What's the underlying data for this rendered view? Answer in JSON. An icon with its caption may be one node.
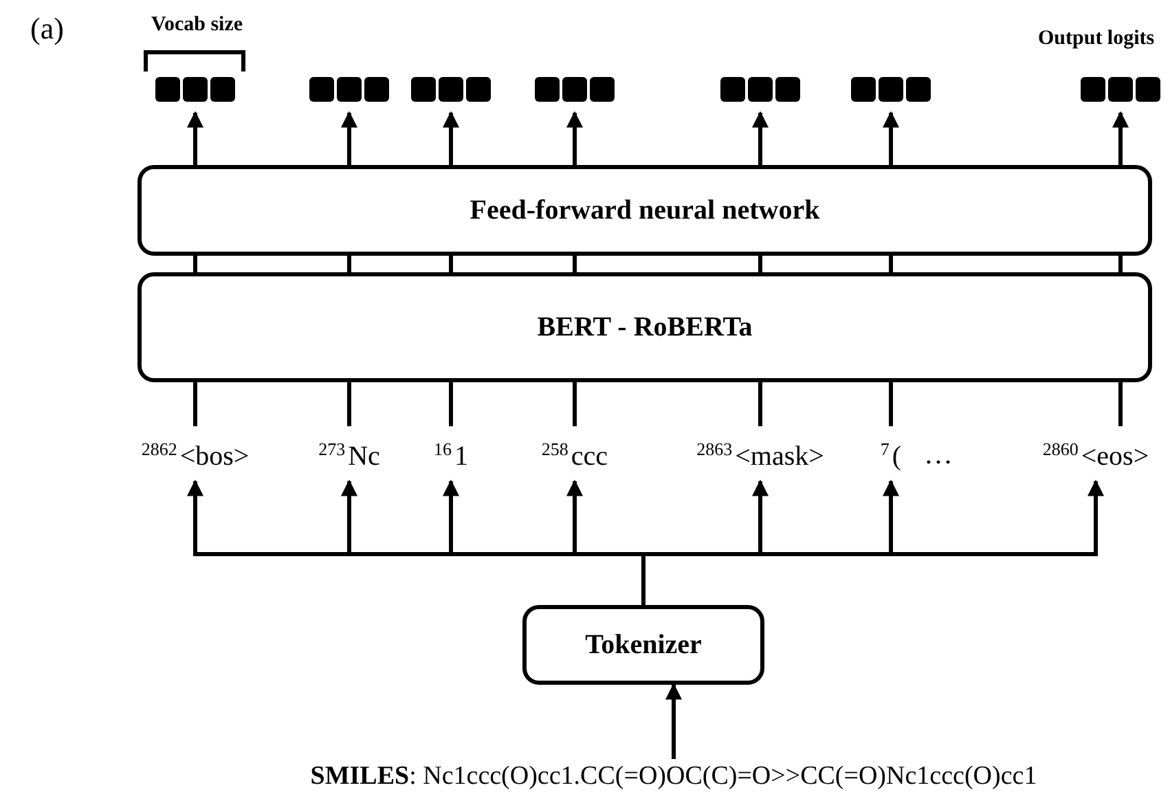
{
  "diagram": {
    "nodes": [
      {
        "text": [],
        "shape": "box"
      },
      {
        "text": [],
        "shape": "box"
      },
      {
        "text": [],
        "shape": "box"
      },
      {
        "text": [],
        "shape": "box"
      },
      {
        "text": [],
        "shape": "box"
      },
      {
        "text": [],
        "shape": "box"
      },
      {
        "text": [],
        "shape": "box"
      },
      {
        "text": [
          "Feed-forward neural network"
        ]
      },
      {
        "text": [
          "BERT - RoBERTa"
        ]
      },
      {
        "text": [
          "$^{2862}$<bos>"
        ]
      },
      {
        "text": [
          "$^{273}$Nc"
        ]
      },
      {
        "text": [
          "$^{16}$1"
        ]
      },
      {
        "text": [
          "$^{258}$ccc"
        ]
      },
      {
        "text": [
          "$^{2863}$<mask>"
        ]
      },
      {
        "text": [
          "$^{7}$("
        ]
      },
      {
        "text": [
          "$^{2860}$<eos>"
        ]
      },
      {
        "text": [
          "Tokenizer"
        ]
      },
      {
        "text": [
          "**SMILES**: Nc1ccc(O)cc1.CC(=O)OC(C)=O>>CC(=O)Nc1ccc(O)cc1"
        ]
      }
    ],
    "edges": [
      {
        "from": 7,
        "to": 0,
        "arrow": "to"
      },
      {
        "from": 7,
        "to": 1,
        "arrow": "to"
      },
      {
        "from": 7,
        "to": 2,
        "arrow": "to"
      },
      {
        "from": 7,
        "to": 3,
        "arrow": "to"
      },
      {
        "from": 7,
        "to": 4,
        "arrow": "to"
      },
      {
        "from": 7,
        "to": 5,
        "arrow": "to"
      },
      {
        "from": 7,
        "to": 6,
        "arrow": "to"
      },
      {
        "from": 8,
        "to": 7,
        "arrow": "none"
      },
      {
        "from": 8,
        "to": 7,
        "arrow": "none"
      },
      {
        "from": 8,
        "to": 7,
        "arrow": "none"
      },
      {
        "from": 8,
        "to": 7,
        "arrow": "none"
      },
      {
        "from": 8,
        "to": 7,
        "arrow": "none"
      },
      {
        "from": 8,
        "to": 7,
        "arrow": "none"
      },
      {
        "from": 8,
        "to": 7,
        "arrow": "none"
      },
      {
        "from": 9,
        "to": 8,
        "arrow": "none"
      },
      {
        "from": 10,
        "to": 8,
        "arrow": "none"
      },
      {
        "from": 11,
        "to": 8,
        "arrow": "none"
      },
      {
        "from": 12,
        "to": 8,
        "arrow": "none"
      },
      {
        "from": 13,
        "to": 8,
        "arrow": "none"
      },
      {
        "from": 14,
        "to": 8,
        "arrow": "none"
      },
      {
        "from": 15,
        "to": 8,
        "arrow": "none"
      },
      {
        "from": 16,
        "to": 9,
        "arrow": "to"
      },
      {
        "from": 16,
        "to": 10,
        "arrow": "to"
      },
      {
        "from": 16,
        "to": 11,
        "arrow": "to"
      },
      {
        "from": 16,
        "to": 12,
        "arrow": "to"
      },
      {
        "from": 16,
        "to": 13,
        "arrow": "to"
      },
      {
        "from": 16,
        "to": 14,
        "arrow": "to"
      },
      {
        "from": 16,
        "to": 15,
        "arrow": "to"
      },
      {
        "from": 17,
        "to": 16,
        "arrow": "to"
      }
    ],
    "labels": [
      "(a)",
      "Vocab size",
      "Output logits",
      "…"
    ]
  }
}
